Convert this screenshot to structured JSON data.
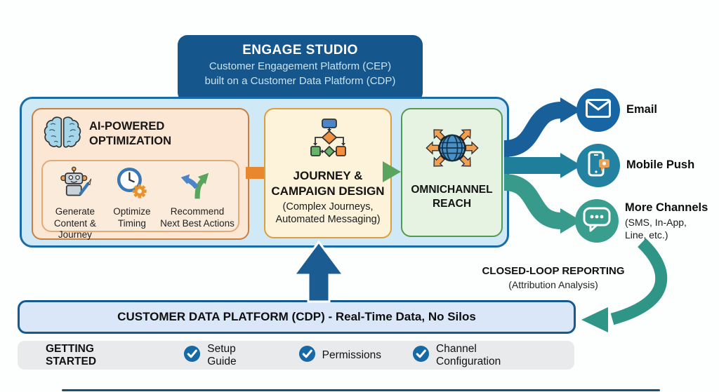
{
  "header": {
    "title": "ENGAGE STUDIO",
    "subtitle_line1": "Customer Engagement Platform (CEP)",
    "subtitle_line2": "built on a Customer Data Platform (CDP)"
  },
  "pipeline": {
    "ai_box": {
      "title": "AI-POWERED OPTIMIZATION",
      "icon": "brain-icon",
      "items": [
        {
          "icon": "robot-pencil-icon",
          "label": "Generate Content & Journey"
        },
        {
          "icon": "clock-gear-icon",
          "label": "Optimize Timing"
        },
        {
          "icon": "branching-arrows-icon",
          "label": "Recommend Next Best Actions"
        }
      ]
    },
    "journey_box": {
      "icon": "flowchart-icon",
      "title": "JOURNEY & CAMPAIGN DESIGN",
      "subtitle": "(Complex Journeys, Automated Messaging)"
    },
    "omnichannel_box": {
      "icon": "globe-arrows-icon",
      "title": "OMNICHANNEL REACH"
    }
  },
  "channels": [
    {
      "icon": "email-icon",
      "label": "Email",
      "accent": "#1765a3"
    },
    {
      "icon": "mobile-push-icon",
      "label": "Mobile Push",
      "accent": "#2381a1"
    },
    {
      "icon": "chat-bubble-icon",
      "label": "More Channels",
      "sublabel": "(SMS, In-App, Line, etc.)",
      "accent": "#3a9e8f"
    }
  ],
  "closed_loop": {
    "title": "CLOSED-LOOP REPORTING",
    "subtitle": "(Attribution Analysis)"
  },
  "cdp_bar": {
    "label": "CUSTOMER DATA PLATFORM (CDP) - Real-Time Data, No Silos"
  },
  "getting_started": {
    "title": "GETTING STARTED",
    "items": [
      {
        "icon": "check-icon",
        "label": "Setup Guide"
      },
      {
        "icon": "check-icon",
        "label": "Permissions"
      },
      {
        "icon": "check-icon",
        "label": "Channel Configuration"
      }
    ]
  },
  "colors": {
    "header_bg": "#15568c",
    "container_fill": "#cfe9f6",
    "container_border": "#1a6ca6",
    "ai_box_fill": "#fbe7d3",
    "ai_box_border": "#c77f42",
    "journey_box_fill": "#fdf2da",
    "journey_box_border": "#dd9e3f",
    "omni_box_fill": "#e6f2e2",
    "omni_box_border": "#55994f",
    "email_accent": "#1765a3",
    "mobile_push_accent": "#2381a1",
    "more_channels_accent": "#3a9e8f",
    "closed_loop_accent": "#2f9587",
    "cdp_fill": "#d9e7f8",
    "cdp_border": "#16598f",
    "getting_started_fill": "#e8eaec",
    "check_circle": "#1769a5",
    "big_arrow": "#1b5d92",
    "connector_orange": "#e8872e",
    "connector_green": "#5aa45e"
  }
}
